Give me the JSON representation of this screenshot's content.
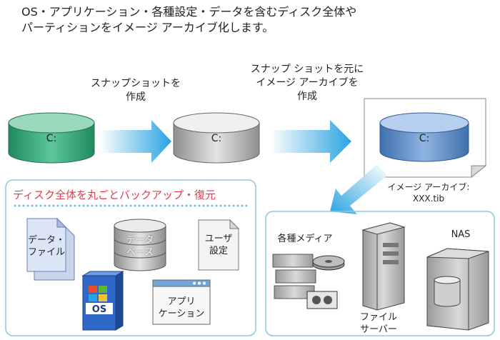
{
  "intro": {
    "line1": "OS・アプリケーション・各種設定・データを含むディスク全体や",
    "line2": "パーティションをイメージ アーカイブ化します。"
  },
  "steps": {
    "snapshot": "スナップショットを\n作成",
    "archive": "スナップ ショットを元に\nイメージ アーカイブを\n作成"
  },
  "drives": {
    "source": "C:",
    "snapshot": "C:",
    "archive": "C:"
  },
  "archive_caption": "イメージ アーカイブ:\nXXX.tib",
  "backup_panel": {
    "title": "ディスク全体を丸ごとバックアップ・復元",
    "items": {
      "data_file": "データ・\nファイル",
      "database": "データ\nベース",
      "user_settings": "ユーザ\n設定",
      "os": "OS",
      "application": "アプリ\nケーション"
    }
  },
  "storage_panel": {
    "media": "各種メディア",
    "file_server": "ファイル\nサーバー",
    "nas": "NAS"
  },
  "colors": {
    "green_drive": "#3aa77a",
    "gray_drive": "#bdbdbd",
    "blue_drive": "#5d8fc8",
    "arrow": "#2aa3e0",
    "panel_border": "#8cc8e4",
    "title_red": "#e53a4a"
  }
}
